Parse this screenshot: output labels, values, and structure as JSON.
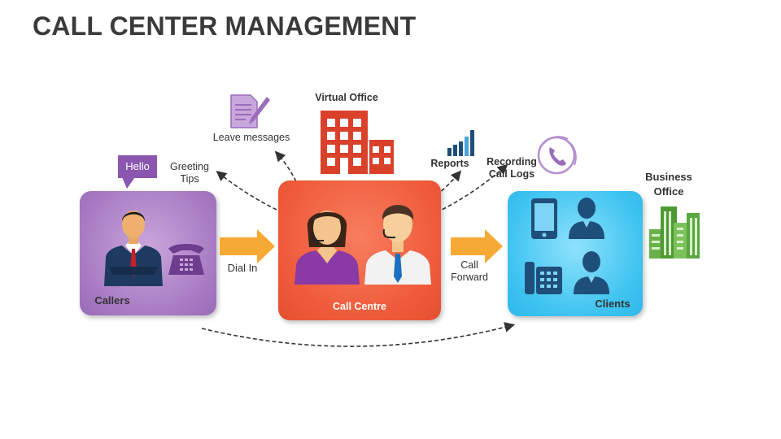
{
  "title": "CALL CENTER MANAGEMENT",
  "nodes": {
    "callers": "Callers",
    "call_centre": "Call Centre",
    "clients": "Clients",
    "business_office": "Business Office",
    "virtual_office": "Virtual Office"
  },
  "speech_bubble": "Hello",
  "labels": {
    "greeting_tips": "Greeting Tips",
    "leave_messages": "Leave messages",
    "reports": "Reports",
    "recording_call_logs": "Recording Call Logs",
    "dial_in": "Dial In",
    "call_forward": "Call Forward"
  },
  "colors": {
    "callers": "#a77bc3",
    "call_centre": "#ee5a3a",
    "clients": "#3ec3f0",
    "arrow": "#f7a935",
    "building_red": "#d9412b",
    "building_green": "#6ab04c",
    "icon_purple": "#9b6cbc",
    "icon_blue": "#1e4f7a"
  }
}
